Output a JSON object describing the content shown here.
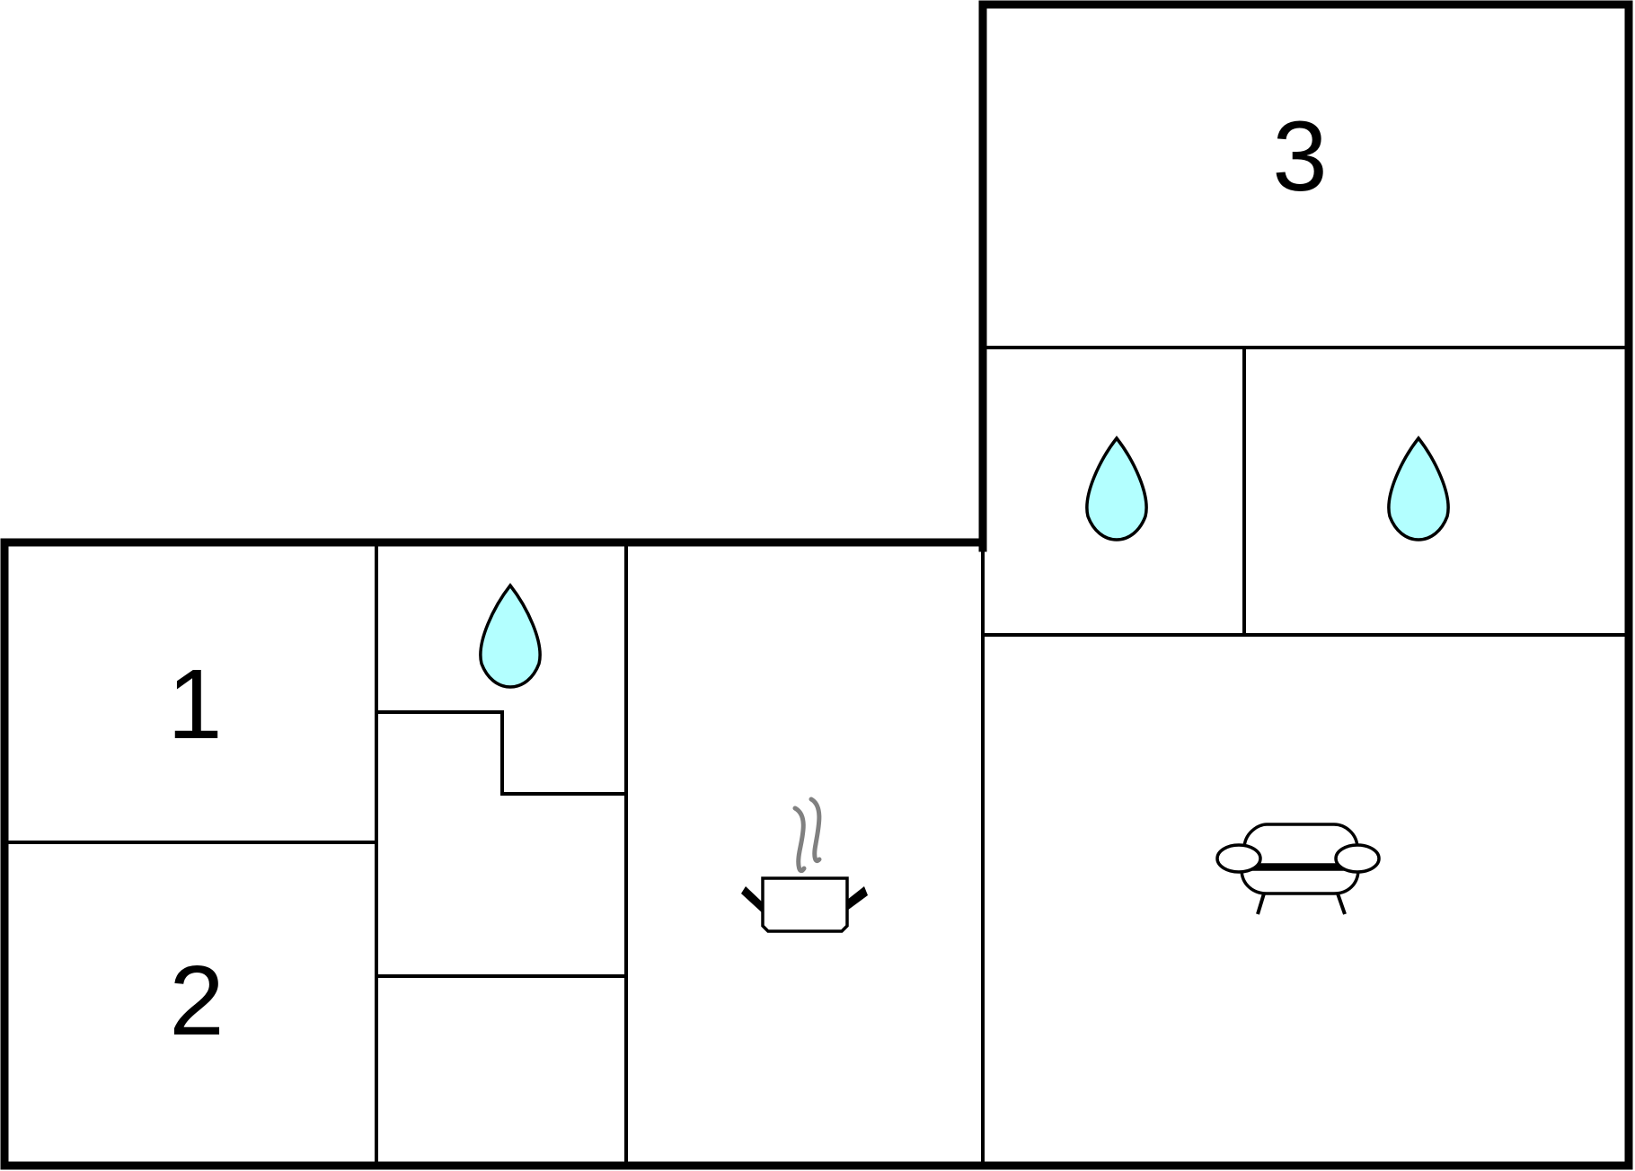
{
  "floorplan": {
    "rooms": [
      {
        "id": "room-1",
        "label": "1"
      },
      {
        "id": "room-2",
        "label": "2"
      },
      {
        "id": "room-3",
        "label": "3"
      }
    ],
    "icons": [
      {
        "id": "bath-lower",
        "kind": "water-drop-icon"
      },
      {
        "id": "bath-upper-left",
        "kind": "water-drop-icon"
      },
      {
        "id": "bath-upper-right",
        "kind": "water-drop-icon"
      },
      {
        "id": "kitchen",
        "kind": "cooking-pot-icon"
      },
      {
        "id": "living",
        "kind": "sofa-icon"
      }
    ],
    "colors": {
      "wall": "#000000",
      "water": "#b3ffff",
      "steam": "#808080",
      "background": "#ffffff"
    }
  }
}
